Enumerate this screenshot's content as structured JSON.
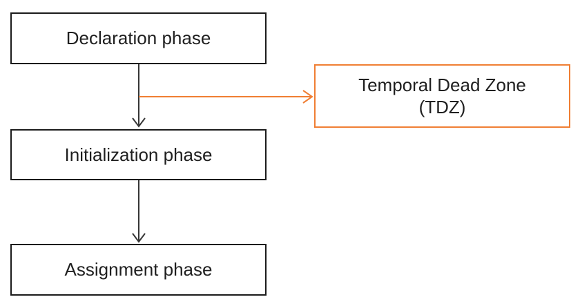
{
  "nodes": {
    "declaration": {
      "label": "Declaration phase"
    },
    "initialization": {
      "label": "Initialization phase"
    },
    "assignment": {
      "label": "Assignment phase"
    },
    "tdz": {
      "line1": "Temporal Dead Zone",
      "line2": "(TDZ)"
    }
  },
  "edges": [
    {
      "from": "declaration",
      "to": "initialization",
      "style": "black-arrow"
    },
    {
      "from": "initialization",
      "to": "assignment",
      "style": "black-arrow"
    },
    {
      "from": "declaration-to-initialization-connector",
      "to": "tdz",
      "style": "orange-arrow"
    }
  ],
  "colors": {
    "background": "#ffffff",
    "node_border": "#1a1a1a",
    "arrow": "#363636",
    "accent_orange": "#F07E33",
    "text": "#1f1f1f"
  }
}
